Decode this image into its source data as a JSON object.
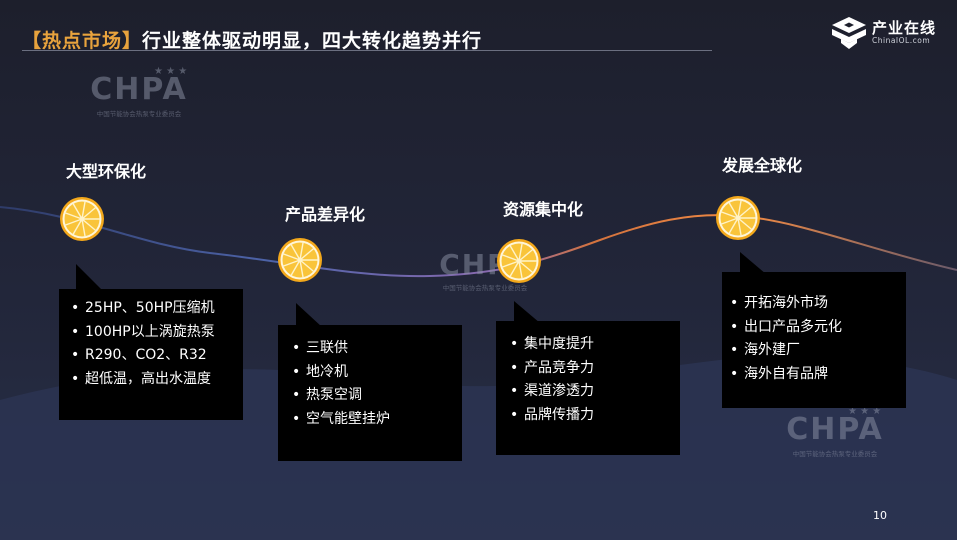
{
  "title": {
    "tag": "【热点市场】",
    "text": "行业整体驱动明显，四大转化趋势并行"
  },
  "logo": {
    "name": "产业在线",
    "domain": "ChinaIOL.com"
  },
  "watermark": {
    "logo": "CHPA",
    "org": "中国节能协会热泵专业委员会"
  },
  "stages": [
    {
      "heading": "大型环保化",
      "items": [
        "25HP、50HP压缩机",
        "100HP以上涡旋热泵",
        "R290、CO2、R32",
        "超低温，高出水温度"
      ]
    },
    {
      "heading": "产品差异化",
      "items": [
        "三联供",
        "地冷机",
        "热泵空调",
        "空气能壁挂炉"
      ]
    },
    {
      "heading": "资源集中化",
      "items": [
        "集中度提升",
        "产品竞争力",
        "渠道渗透力",
        "品牌传播力"
      ]
    },
    {
      "heading": "发展全球化",
      "items": [
        "开拓海外市场",
        "出口产品多元化",
        "海外建厂",
        "海外自有品牌"
      ]
    }
  ],
  "page_number": "10",
  "colors": {
    "tag": "#e8a33d",
    "curve_start": "#3b4f8f",
    "curve_end": "#e0793a",
    "orange": "#f7b521",
    "box": "#000000"
  },
  "icons": [
    "orange-slice-icon",
    "chinaiol-logo-icon"
  ]
}
